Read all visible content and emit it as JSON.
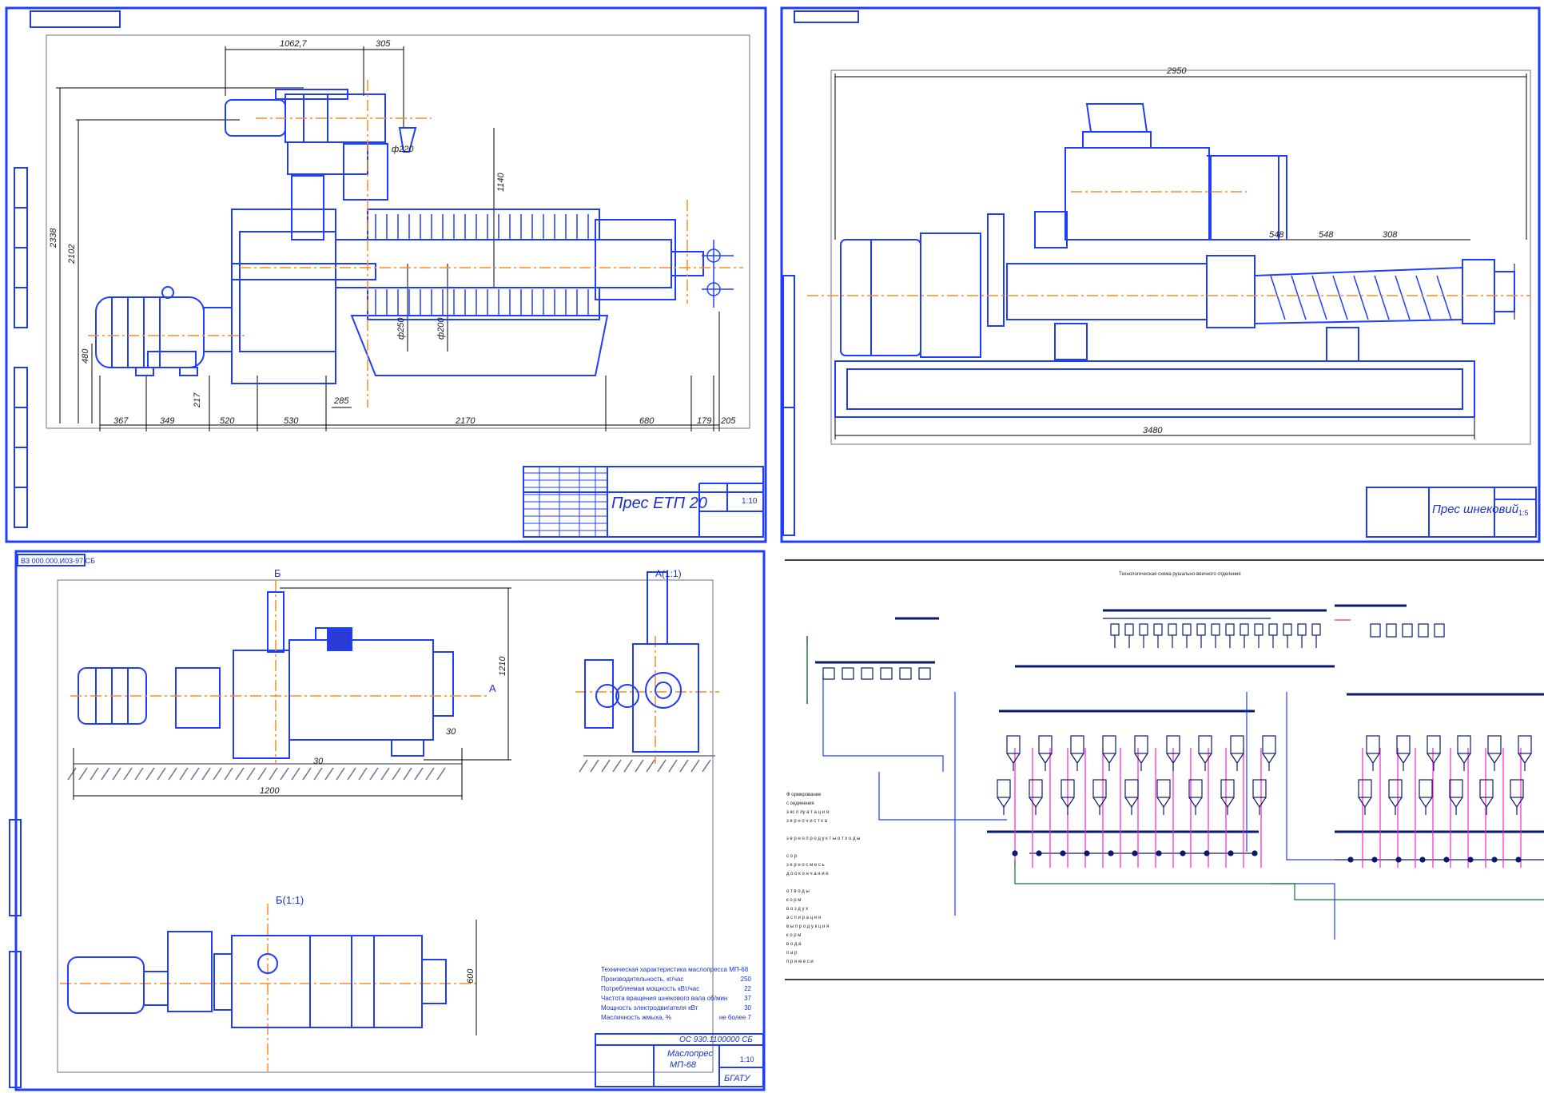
{
  "sheet1": {
    "title": "Прес ЕТП 20",
    "scale": "1:10",
    "dims": {
      "d1": "1062,7",
      "d2": "305",
      "d3": "ф220",
      "d4": "1140",
      "d5": "2338",
      "d6": "2102",
      "d7": "480",
      "d8": "ф250",
      "d9": "ф200",
      "d10": "217",
      "d11": "285",
      "b1": "367",
      "b2": "349",
      "b3": "520",
      "b4": "530",
      "b5": "2170",
      "b6": "680",
      "b7": "179",
      "b8": "205"
    }
  },
  "sheet2": {
    "title": "Прес шнековий",
    "scale": "1:5",
    "dims": {
      "top": "2950",
      "bottom": "3480",
      "t1": "548",
      "t2": "548",
      "t3": "308"
    }
  },
  "sheet3": {
    "code_top": "ВЗ 000.000.И03-97.СБ",
    "code_stamp": "ОС 930.1100000 СБ",
    "title_l1": "Маслопрес",
    "title_l2": "МП-68",
    "org": "БГАТУ",
    "scale": "1:10",
    "view_a": "А(1:1)",
    "view_b": "Б(1:1)",
    "label_b": "Б",
    "label_a": "А",
    "dims": {
      "w": "1200",
      "h": "1210",
      "c1": "30",
      "c2": "30",
      "side": "600"
    },
    "tech": [
      "Техническая характеристика маслопресса МП-68",
      "Производительность, кг/час",
      "Потребляемая мощность кВт/час",
      "Частота вращения шнекового вала об/мин",
      "Мощность электродвигателя кВт",
      "Масличность жмыха, %"
    ],
    "tech_vals": [
      "250",
      "22",
      "37",
      "30",
      "не более 7"
    ]
  },
  "sheet4": {
    "title": "Технологическая схема рушально-веечного отделения",
    "legend": [
      "Ф ормирование",
      "с оединения",
      "э кс п лу а т а ц и я",
      "з е р н о ч и с т к а",
      "",
      "з е р н о п р о д у к т ы о т х о д ы",
      "",
      "с о р",
      "з е р н о с м е с ь",
      "д о о к о н ч а н и е",
      "",
      "о т в о д ы",
      "к о р м",
      "в о з д у х",
      "а с п и р а ц и я",
      "в ы п р о д у к ц и я",
      "к о р м",
      "в о д а",
      "п а р",
      "п р и м е с и"
    ]
  }
}
